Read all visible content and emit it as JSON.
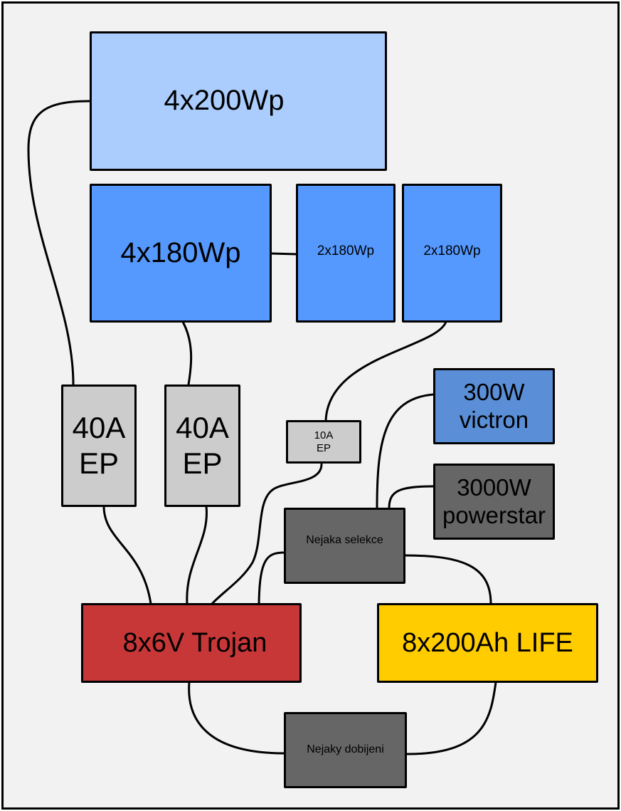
{
  "diagram": {
    "title": "",
    "colors": {
      "background": "#f2f2f2",
      "panel_light": "#abcdfe",
      "panel": "#5599ff",
      "victron": "#5a8ed6",
      "gray_dark": "#666666",
      "gray_light": "#cccccc",
      "trojan": "#c83737",
      "life": "#ffcc00"
    },
    "nodes": {
      "panel_4x200": {
        "label": "4x200Wp",
        "kind": "solar-panel"
      },
      "panel_4x180": {
        "label": "4x180Wp",
        "kind": "solar-panel"
      },
      "panel_2x180_a": {
        "label": "2x180Wp",
        "kind": "solar-panel"
      },
      "panel_2x180_b": {
        "label": "2x180Wp",
        "kind": "solar-panel"
      },
      "ep40_a": {
        "label": "40A\nEP",
        "kind": "charge-controller"
      },
      "ep40_b": {
        "label": "40A\nEP",
        "kind": "charge-controller"
      },
      "ep10": {
        "label": "10A\nEP",
        "kind": "charge-controller"
      },
      "victron": {
        "label": "300W\nvictron",
        "kind": "inverter"
      },
      "powerstar": {
        "label": "3000W\npowerstar",
        "kind": "inverter"
      },
      "selekce": {
        "label": "Nejaka selekce",
        "kind": "selector"
      },
      "trojan": {
        "label": "8x6V Trojan",
        "kind": "battery"
      },
      "life": {
        "label": "8x200Ah LIFE",
        "kind": "battery"
      },
      "dobijeni": {
        "label": "Nejaky dobijeni",
        "kind": "charger"
      }
    },
    "edges": [
      [
        "panel_4x200",
        "ep40_a"
      ],
      [
        "panel_4x180",
        "panel_2x180_a"
      ],
      [
        "panel_4x180",
        "ep40_b"
      ],
      [
        "panel_2x180_b",
        "ep10"
      ],
      [
        "ep40_a",
        "trojan"
      ],
      [
        "ep40_b",
        "trojan"
      ],
      [
        "ep10",
        "trojan"
      ],
      [
        "selekce",
        "trojan"
      ],
      [
        "selekce",
        "victron"
      ],
      [
        "selekce",
        "powerstar"
      ],
      [
        "selekce",
        "life"
      ],
      [
        "trojan",
        "dobijeni"
      ],
      [
        "life",
        "dobijeni"
      ]
    ]
  }
}
